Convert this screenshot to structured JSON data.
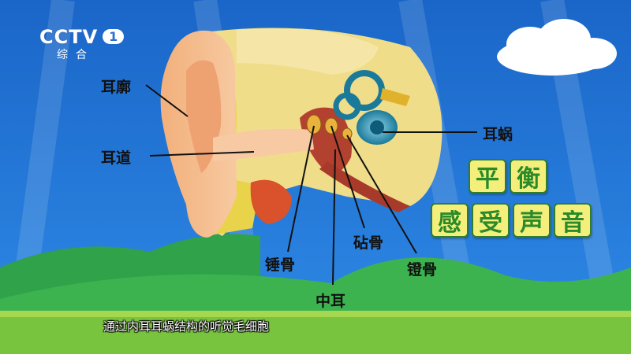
{
  "logo": {
    "brand": "CCTV",
    "channel": "1",
    "name": "综合"
  },
  "labels": {
    "auricle": "耳廓",
    "ear_canal": "耳道",
    "malleus": "锤骨",
    "middle_ear": "中耳",
    "incus": "砧骨",
    "stapes": "镫骨",
    "cochlea": "耳蜗"
  },
  "function_tiles": {
    "row1": [
      "平",
      "衡"
    ],
    "row2": [
      "感",
      "受",
      "声",
      "音"
    ]
  },
  "subtitle": "通过内耳耳蜗结构的听觉毛细胞",
  "colors": {
    "sky": "#1f74d8",
    "hill": "#2fa24a",
    "tile_bg": "#f3ef7a",
    "tile_text": "#2a8a2a"
  }
}
